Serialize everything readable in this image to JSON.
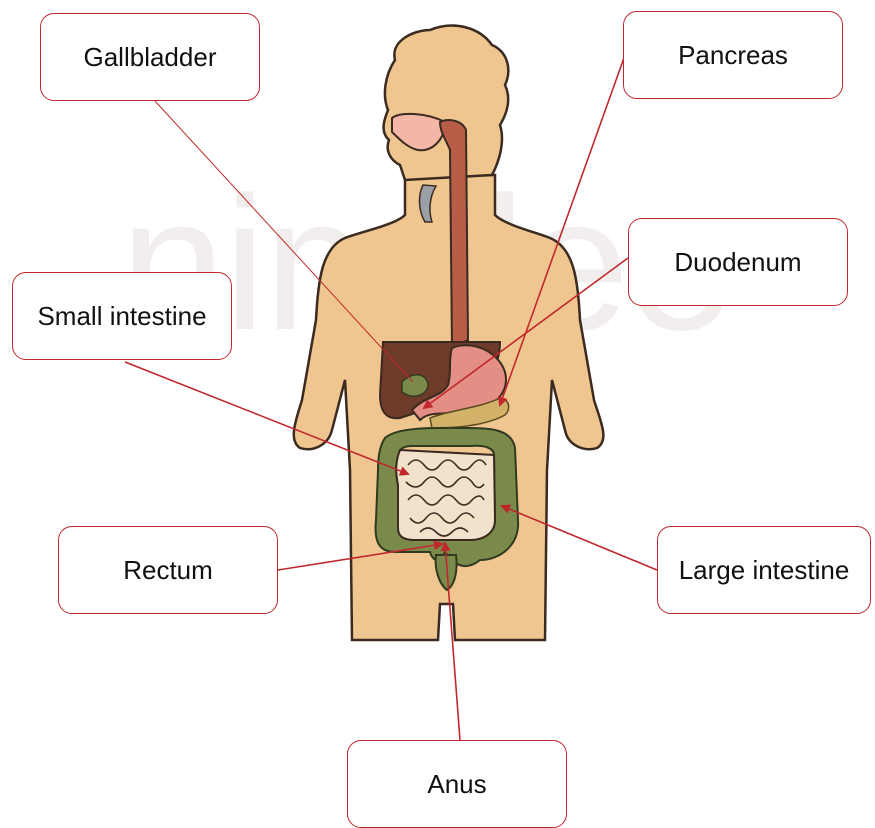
{
  "watermark": "nimdee",
  "labels": {
    "gallbladder": "Gallbladder",
    "pancreas": "Pancreas",
    "duodenum": "Duodenum",
    "small_intestine": "Small intestine",
    "rectum": "Rectum",
    "large_intestine": "Large intestine",
    "anus": "Anus"
  },
  "colors": {
    "label_border": "#c0282d",
    "arrow": "#c0282d",
    "skin": "#f0c690",
    "esophagus": "#b85e48",
    "liver": "#6e3b2b",
    "stomach": "#e48f85",
    "pancreas": "#d2b268",
    "large_intestine": "#7a8a4a",
    "small_intestine": "#f2e2cc"
  }
}
